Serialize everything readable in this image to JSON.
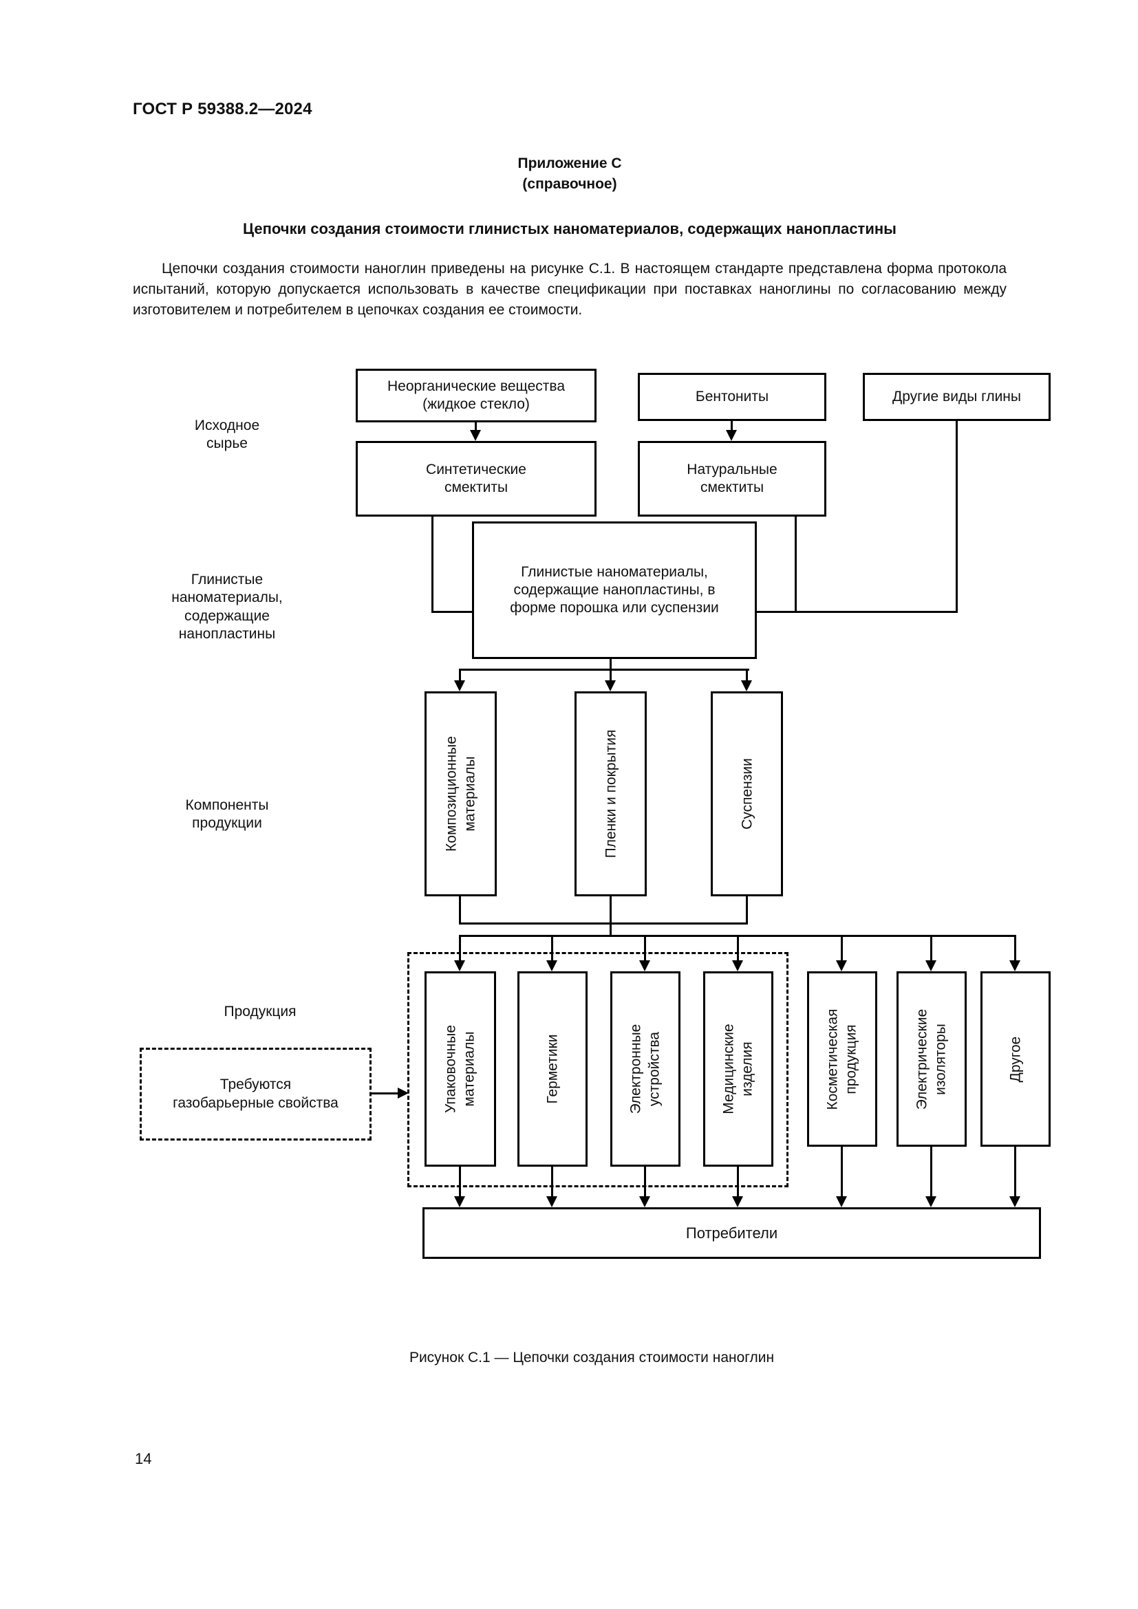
{
  "page": {
    "standard": "ГОСТ Р 59388.2—2024",
    "number": "14"
  },
  "appendix": {
    "heading": "Приложение С",
    "subheading": "(справочное)",
    "title": "Цепочки создания стоимости глинистых наноматериалов, содержащих нанопластины",
    "body": "Цепочки создания стоимости наноглин приведены на рисунке С.1. В настоящем стандарте представлена форма протокола испытаний, которую допускается использовать в качестве спецификации при поставках наноглины по согласованию между изготовителем и потребителем в цепочках создания ее стоимости."
  },
  "figure": {
    "caption": "Рисунок С.1 — Цепочки создания стоимости наноглин",
    "stage_labels": {
      "raw": "Исходное\nсырье",
      "nanomaterials": "Глинистые\nнаноматериалы,\nсодержащие\nнанопластины",
      "components": "Компоненты\nпродукции",
      "products": "Продукция"
    },
    "boxes": {
      "inorganic": "Неорганические вещества\n(жидкое стекло)",
      "synthetic": "Синтетические\nсмектиты",
      "bentonites": "Бентониты",
      "natural": "Натуральные\nсмектиты",
      "other_clays": "Другие виды глины",
      "central": "Глинистые наноматериалы,\nсодержащие нанопластины, в\nформе порошка или суспензии",
      "composite": "Композиционные\nматериалы",
      "films": "Пленки и покрытия",
      "suspensions": "Суспензии",
      "packaging": "Упаковочные\nматериалы",
      "sealants": "Герметики",
      "electronic": "Электронные\nустройства",
      "medical": "Медицинские\nизделия",
      "cosmetic": "Косметическая\nпродукция",
      "insulators": "Электрические\nизоляторы",
      "other": "Другое",
      "gas_barrier": "Требуются\nгазобарьерные свойства",
      "consumers": "Потребители"
    },
    "colors": {
      "line": "#000000",
      "background": "#ffffff"
    }
  }
}
